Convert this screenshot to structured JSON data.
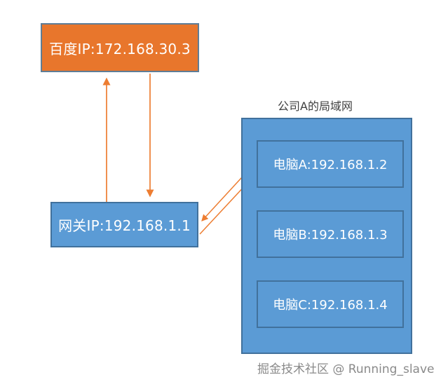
{
  "diagram": {
    "title": "",
    "colors": {
      "external_fill": "#e8762c",
      "external_border": "#5f7d96",
      "lan_fill": "#5b9bd5",
      "lan_border": "#41719c",
      "arrow": "#ed7d31",
      "watermark_text": "#8a8a8a",
      "background": "#ffffff"
    },
    "external_node": {
      "label": "百度IP:172.168.30.3"
    },
    "gateway_node": {
      "label": "网关IP:192.168.1.1"
    },
    "lan": {
      "title": "公司A的局域网",
      "hosts": [
        {
          "label": "电脑A:192.168.1.2"
        },
        {
          "label": "电脑B:192.168.1.3"
        },
        {
          "label": "电脑C:192.168.1.4"
        }
      ]
    },
    "connectors": [
      {
        "name": "gateway-to-internet-up",
        "direction": "up"
      },
      {
        "name": "internet-to-gateway-down",
        "direction": "down"
      },
      {
        "name": "gateway-to-hostA-up-right",
        "direction": "up-right"
      },
      {
        "name": "hostA-to-gateway-down-left",
        "direction": "down-left"
      }
    ],
    "watermark": "掘金技术社区 @ Running_slave"
  }
}
